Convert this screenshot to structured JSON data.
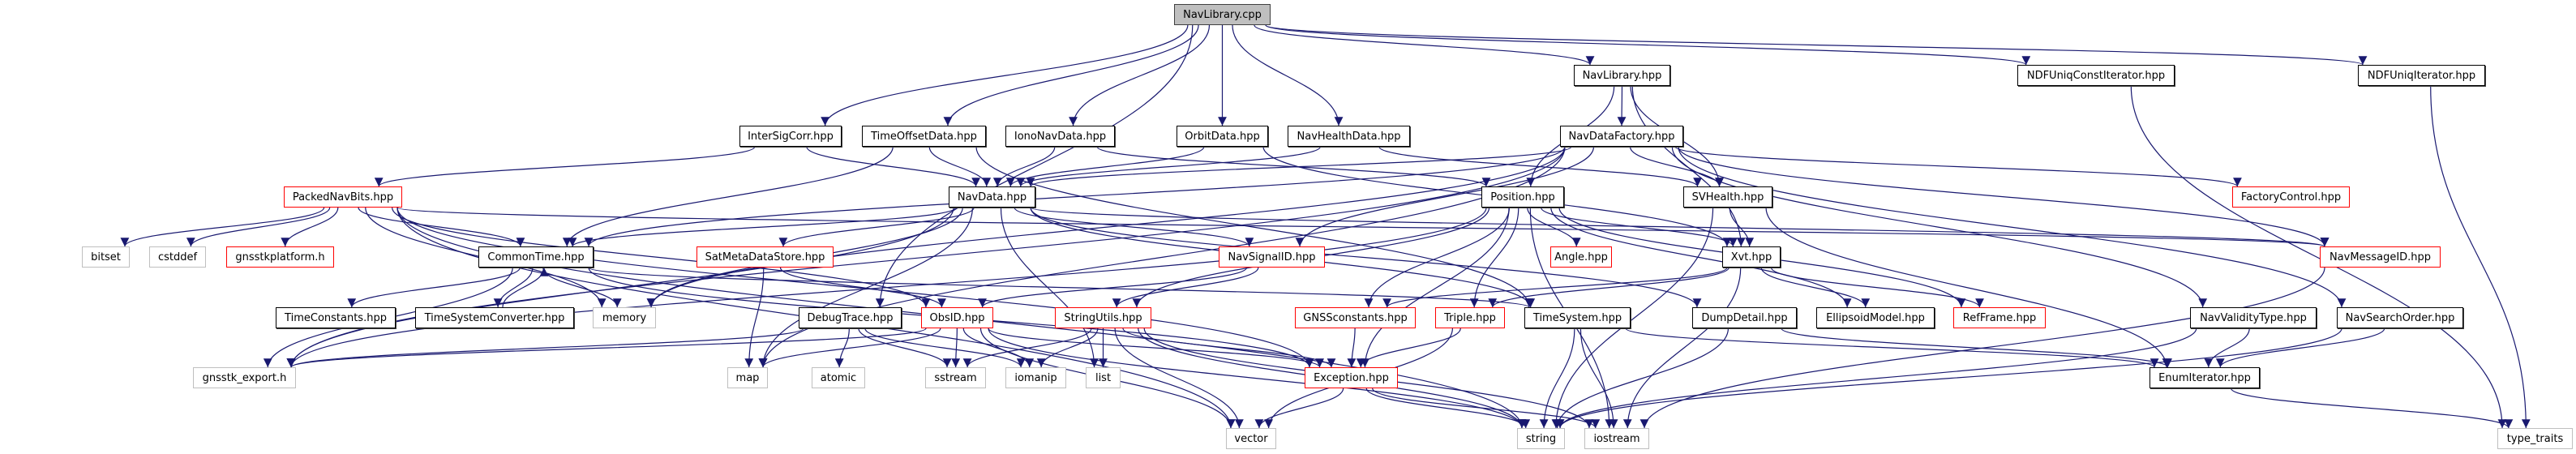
{
  "title": "NavLibrary.cpp",
  "colors": {
    "edge": "#191970",
    "root_fill": "#bfbfbf",
    "root_border": "#404040",
    "documented_border": "#000000",
    "truncated_border": "#ff0000",
    "system_border": "#bfbfbf"
  },
  "nodes": [
    {
      "id": "NavLibrary_cpp",
      "label": "NavLibrary.cpp",
      "kind": "root"
    },
    {
      "id": "NavLibrary_hpp",
      "label": "NavLibrary.hpp",
      "kind": "doc"
    },
    {
      "id": "NDFUniqConstIterator",
      "label": "NDFUniqConstIterator.hpp",
      "kind": "doc"
    },
    {
      "id": "NDFUniqIterator",
      "label": "NDFUniqIterator.hpp",
      "kind": "doc"
    },
    {
      "id": "InterSigCorr",
      "label": "InterSigCorr.hpp",
      "kind": "doc"
    },
    {
      "id": "TimeOffsetData",
      "label": "TimeOffsetData.hpp",
      "kind": "doc"
    },
    {
      "id": "IonoNavData",
      "label": "IonoNavData.hpp",
      "kind": "doc"
    },
    {
      "id": "OrbitData",
      "label": "OrbitData.hpp",
      "kind": "doc"
    },
    {
      "id": "NavHealthData",
      "label": "NavHealthData.hpp",
      "kind": "doc"
    },
    {
      "id": "NavDataFactory",
      "label": "NavDataFactory.hpp",
      "kind": "doc"
    },
    {
      "id": "PackedNavBits",
      "label": "PackedNavBits.hpp",
      "kind": "red"
    },
    {
      "id": "NavData",
      "label": "NavData.hpp",
      "kind": "doc"
    },
    {
      "id": "Position",
      "label": "Position.hpp",
      "kind": "doc"
    },
    {
      "id": "SVHealth",
      "label": "SVHealth.hpp",
      "kind": "doc"
    },
    {
      "id": "FactoryControl",
      "label": "FactoryControl.hpp",
      "kind": "red"
    },
    {
      "id": "bitset",
      "label": "bitset",
      "kind": "sys"
    },
    {
      "id": "cstddef",
      "label": "cstddef",
      "kind": "sys"
    },
    {
      "id": "gnsstkplatform",
      "label": "gnsstkplatform.h",
      "kind": "red"
    },
    {
      "id": "CommonTime",
      "label": "CommonTime.hpp",
      "kind": "doc"
    },
    {
      "id": "SatMetaDataStore",
      "label": "SatMetaDataStore.hpp",
      "kind": "red"
    },
    {
      "id": "NavSignalID",
      "label": "NavSignalID.hpp",
      "kind": "red"
    },
    {
      "id": "Angle",
      "label": "Angle.hpp",
      "kind": "red"
    },
    {
      "id": "Xvt",
      "label": "Xvt.hpp",
      "kind": "doc"
    },
    {
      "id": "NavMessageID",
      "label": "NavMessageID.hpp",
      "kind": "red"
    },
    {
      "id": "TimeConstants",
      "label": "TimeConstants.hpp",
      "kind": "doc"
    },
    {
      "id": "TimeSystemConverter",
      "label": "TimeSystemConverter.hpp",
      "kind": "doc"
    },
    {
      "id": "memory",
      "label": "memory",
      "kind": "sys"
    },
    {
      "id": "DebugTrace",
      "label": "DebugTrace.hpp",
      "kind": "doc"
    },
    {
      "id": "ObsID",
      "label": "ObsID.hpp",
      "kind": "red"
    },
    {
      "id": "StringUtils",
      "label": "StringUtils.hpp",
      "kind": "red"
    },
    {
      "id": "GNSSconstants",
      "label": "GNSSconstants.hpp",
      "kind": "red"
    },
    {
      "id": "Triple",
      "label": "Triple.hpp",
      "kind": "red"
    },
    {
      "id": "TimeSystem",
      "label": "TimeSystem.hpp",
      "kind": "doc"
    },
    {
      "id": "DumpDetail",
      "label": "DumpDetail.hpp",
      "kind": "doc"
    },
    {
      "id": "EllipsoidModel",
      "label": "EllipsoidModel.hpp",
      "kind": "doc"
    },
    {
      "id": "RefFrame",
      "label": "RefFrame.hpp",
      "kind": "red"
    },
    {
      "id": "NavValidityType",
      "label": "NavValidityType.hpp",
      "kind": "doc"
    },
    {
      "id": "NavSearchOrder",
      "label": "NavSearchOrder.hpp",
      "kind": "doc"
    },
    {
      "id": "gnsstk_export",
      "label": "gnsstk_export.h",
      "kind": "sys"
    },
    {
      "id": "map",
      "label": "map",
      "kind": "sys"
    },
    {
      "id": "atomic",
      "label": "atomic",
      "kind": "sys"
    },
    {
      "id": "sstream",
      "label": "sstream",
      "kind": "sys"
    },
    {
      "id": "iomanip",
      "label": "iomanip",
      "kind": "sys"
    },
    {
      "id": "list",
      "label": "list",
      "kind": "sys"
    },
    {
      "id": "Exception",
      "label": "Exception.hpp",
      "kind": "red"
    },
    {
      "id": "EnumIterator",
      "label": "EnumIterator.hpp",
      "kind": "doc"
    },
    {
      "id": "vector",
      "label": "vector",
      "kind": "sys"
    },
    {
      "id": "string",
      "label": "string",
      "kind": "sys"
    },
    {
      "id": "iostream",
      "label": "iostream",
      "kind": "sys"
    },
    {
      "id": "type_traits",
      "label": "type_traits",
      "kind": "sys"
    }
  ],
  "edges": [
    [
      "NavLibrary_cpp",
      "InterSigCorr"
    ],
    [
      "NavLibrary_cpp",
      "TimeOffsetData"
    ],
    [
      "NavLibrary_cpp",
      "IonoNavData"
    ],
    [
      "NavLibrary_cpp",
      "OrbitData"
    ],
    [
      "NavLibrary_cpp",
      "NavHealthData"
    ],
    [
      "NavLibrary_cpp",
      "NavLibrary_hpp"
    ],
    [
      "NavLibrary_cpp",
      "NDFUniqConstIterator"
    ],
    [
      "NavLibrary_cpp",
      "NDFUniqIterator"
    ],
    [
      "NavLibrary_cpp",
      "DebugTrace"
    ],
    [
      "NavLibrary_hpp",
      "NavDataFactory"
    ],
    [
      "NavLibrary_hpp",
      "Position"
    ],
    [
      "NavLibrary_hpp",
      "SVHealth"
    ],
    [
      "NavLibrary_hpp",
      "Xvt"
    ],
    [
      "NDFUniqConstIterator",
      "type_traits"
    ],
    [
      "NDFUniqIterator",
      "type_traits"
    ],
    [
      "InterSigCorr",
      "PackedNavBits"
    ],
    [
      "InterSigCorr",
      "NavData"
    ],
    [
      "TimeOffsetData",
      "NavData"
    ],
    [
      "TimeOffsetData",
      "CommonTime"
    ],
    [
      "TimeOffsetData",
      "TimeSystem"
    ],
    [
      "IonoNavData",
      "NavData"
    ],
    [
      "IonoNavData",
      "Position"
    ],
    [
      "OrbitData",
      "NavData"
    ],
    [
      "OrbitData",
      "Xvt"
    ],
    [
      "NavHealthData",
      "NavData"
    ],
    [
      "NavHealthData",
      "SVHealth"
    ],
    [
      "NavDataFactory",
      "NavData"
    ],
    [
      "NavDataFactory",
      "SVHealth"
    ],
    [
      "NavDataFactory",
      "FactoryControl"
    ],
    [
      "NavDataFactory",
      "NavMessageID"
    ],
    [
      "NavDataFactory",
      "NavValidityType"
    ],
    [
      "NavDataFactory",
      "NavSearchOrder"
    ],
    [
      "NavDataFactory",
      "NavSignalID"
    ],
    [
      "NavDataFactory",
      "CommonTime"
    ],
    [
      "NavDataFactory",
      "memory"
    ],
    [
      "NavDataFactory",
      "map"
    ],
    [
      "NavDataFactory",
      "gnsstk_export"
    ],
    [
      "PackedNavBits",
      "bitset"
    ],
    [
      "PackedNavBits",
      "cstddef"
    ],
    [
      "PackedNavBits",
      "gnsstkplatform"
    ],
    [
      "PackedNavBits",
      "CommonTime"
    ],
    [
      "PackedNavBits",
      "memory"
    ],
    [
      "PackedNavBits",
      "ObsID"
    ],
    [
      "PackedNavBits",
      "NavMessageID"
    ],
    [
      "PackedNavBits",
      "Exception"
    ],
    [
      "PackedNavBits",
      "vector"
    ],
    [
      "PackedNavBits",
      "string"
    ],
    [
      "NavData",
      "CommonTime"
    ],
    [
      "NavData",
      "SatMetaDataStore"
    ],
    [
      "NavData",
      "NavSignalID"
    ],
    [
      "NavData",
      "NavMessageID"
    ],
    [
      "NavData",
      "DumpDetail"
    ],
    [
      "NavData",
      "memory"
    ],
    [
      "NavData",
      "map"
    ],
    [
      "NavData",
      "list"
    ],
    [
      "NavData",
      "gnsstk_export"
    ],
    [
      "NavData",
      "TimeSystem"
    ],
    [
      "Position",
      "Angle"
    ],
    [
      "Position",
      "Xvt"
    ],
    [
      "Position",
      "Triple"
    ],
    [
      "Position",
      "GNSSconstants"
    ],
    [
      "Position",
      "EllipsoidModel"
    ],
    [
      "Position",
      "RefFrame"
    ],
    [
      "Position",
      "Exception"
    ],
    [
      "Position",
      "StringUtils"
    ],
    [
      "Position",
      "iostream"
    ],
    [
      "Position",
      "gnsstk_export"
    ],
    [
      "SVHealth",
      "Xvt"
    ],
    [
      "SVHealth",
      "EnumIterator"
    ],
    [
      "SVHealth",
      "string"
    ],
    [
      "Xvt",
      "Triple"
    ],
    [
      "Xvt",
      "EllipsoidModel"
    ],
    [
      "Xvt",
      "RefFrame"
    ],
    [
      "Xvt",
      "GNSSconstants"
    ],
    [
      "Xvt",
      "iostream"
    ],
    [
      "NavMessageID",
      "iostream"
    ],
    [
      "CommonTime",
      "TimeConstants"
    ],
    [
      "CommonTime",
      "TimeSystemConverter"
    ],
    [
      "CommonTime",
      "memory"
    ],
    [
      "CommonTime",
      "Exception"
    ],
    [
      "CommonTime",
      "TimeSystem"
    ],
    [
      "CommonTime",
      "gnsstk_export"
    ],
    [
      "TimeSystemConverter",
      "CommonTime"
    ],
    [
      "SatMetaDataStore",
      "map"
    ],
    [
      "SatMetaDataStore",
      "ObsID"
    ],
    [
      "NavSignalID",
      "ObsID"
    ],
    [
      "NavSignalID",
      "StringUtils"
    ],
    [
      "DebugTrace",
      "atomic"
    ],
    [
      "DebugTrace",
      "sstream"
    ],
    [
      "DebugTrace",
      "iomanip"
    ],
    [
      "DebugTrace",
      "gnsstk_export"
    ],
    [
      "ObsID",
      "map"
    ],
    [
      "ObsID",
      "sstream"
    ],
    [
      "ObsID",
      "iomanip"
    ],
    [
      "ObsID",
      "Exception"
    ],
    [
      "ObsID",
      "vector"
    ],
    [
      "ObsID",
      "string"
    ],
    [
      "ObsID",
      "gnsstk_export"
    ],
    [
      "StringUtils",
      "sstream"
    ],
    [
      "StringUtils",
      "iomanip"
    ],
    [
      "StringUtils",
      "list"
    ],
    [
      "StringUtils",
      "Exception"
    ],
    [
      "StringUtils",
      "vector"
    ],
    [
      "StringUtils",
      "string"
    ],
    [
      "StringUtils",
      "iostream"
    ],
    [
      "GNSSconstants",
      "Exception"
    ],
    [
      "Triple",
      "Exception"
    ],
    [
      "Triple",
      "vector"
    ],
    [
      "TimeSystem",
      "string"
    ],
    [
      "TimeSystem",
      "iostream"
    ],
    [
      "TimeSystem",
      "EnumIterator"
    ],
    [
      "DumpDetail",
      "string"
    ],
    [
      "DumpDetail",
      "EnumIterator"
    ],
    [
      "NavValidityType",
      "EnumIterator"
    ],
    [
      "NavValidityType",
      "string"
    ],
    [
      "NavSearchOrder",
      "EnumIterator"
    ],
    [
      "NavSearchOrder",
      "string"
    ],
    [
      "Exception",
      "vector"
    ],
    [
      "Exception",
      "string"
    ],
    [
      "Exception",
      "iostream"
    ],
    [
      "EnumIterator",
      "type_traits"
    ]
  ]
}
